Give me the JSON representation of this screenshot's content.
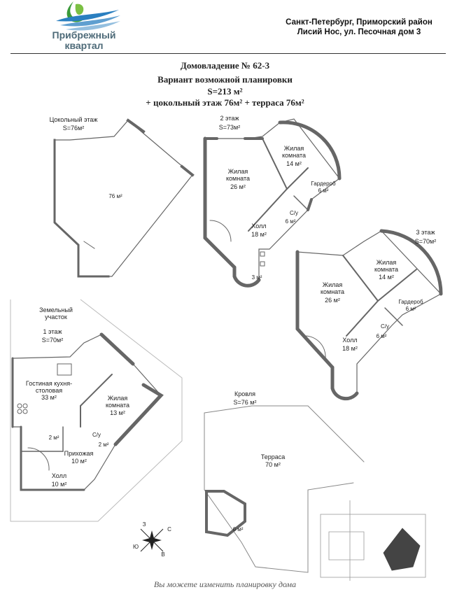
{
  "brand": {
    "name_line1": "Прибрежный",
    "name_line2": "квартал",
    "logo_colors": [
      "#3a9a3a",
      "#2a7fc0",
      "#7bc043"
    ]
  },
  "address": {
    "line1": "Санкт-Петербург, Приморский район",
    "line2": "Лисий Нос, ул. Песочная дом 3"
  },
  "heading": {
    "title": "Домовладение № 62-3",
    "subtitle": "Вариант возможной планировки",
    "area": "S=213 м²",
    "extra": "+ цокольный этаж 76м² + терраса 76м²"
  },
  "basement": {
    "title": "Цокольный этаж",
    "area": "S=76м²",
    "room_area": "76 м²"
  },
  "floor2": {
    "title": "2 этаж",
    "area": "S=73м²",
    "rooms": [
      {
        "name": "Жилая комната",
        "area": "26 м²"
      },
      {
        "name": "Жилая комната",
        "area": "14 м²"
      },
      {
        "name": "Гардероб",
        "area": "6 м²"
      },
      {
        "name": "С/у",
        "area": "6 м²"
      },
      {
        "name": "Холл",
        "area": "18 м²"
      },
      {
        "name": "",
        "area": "3 м²"
      }
    ]
  },
  "floor3": {
    "title": "3 этаж",
    "area": "S=70м²",
    "rooms": [
      {
        "name": "Жилая комната",
        "area": "26 м²"
      },
      {
        "name": "Жилая комната",
        "area": "14 м²"
      },
      {
        "name": "Гардероб",
        "area": "6 м²"
      },
      {
        "name": "С/у",
        "area": "6 м²"
      },
      {
        "name": "Холл",
        "area": "18 м²"
      }
    ]
  },
  "floor1": {
    "site": "Земельный участок",
    "title": "1 этаж",
    "area": "S=70м²",
    "rooms": [
      {
        "name": "Гостиная кухня-столовая",
        "area": "33 м²"
      },
      {
        "name": "Жилая комната",
        "area": "13 м²"
      },
      {
        "name": "С/у",
        "area": "2 м²"
      },
      {
        "name": "",
        "area": "2 м²"
      },
      {
        "name": "Прихожая",
        "area": "10 м²"
      },
      {
        "name": "Холл",
        "area": "10 м²"
      }
    ]
  },
  "roof": {
    "title": "Кровля",
    "area": "S=76 м²",
    "terrace_name": "Терраса",
    "terrace_area": "70 м²",
    "stair_area": "6 м²"
  },
  "compass": {
    "n": "С",
    "s": "Ю",
    "e": "В",
    "w": "З"
  },
  "footer": "Вы можете изменить планировку дома",
  "colors": {
    "wall": "#5a5a5a",
    "thin": "#888888",
    "accent": "#4d6a78"
  }
}
